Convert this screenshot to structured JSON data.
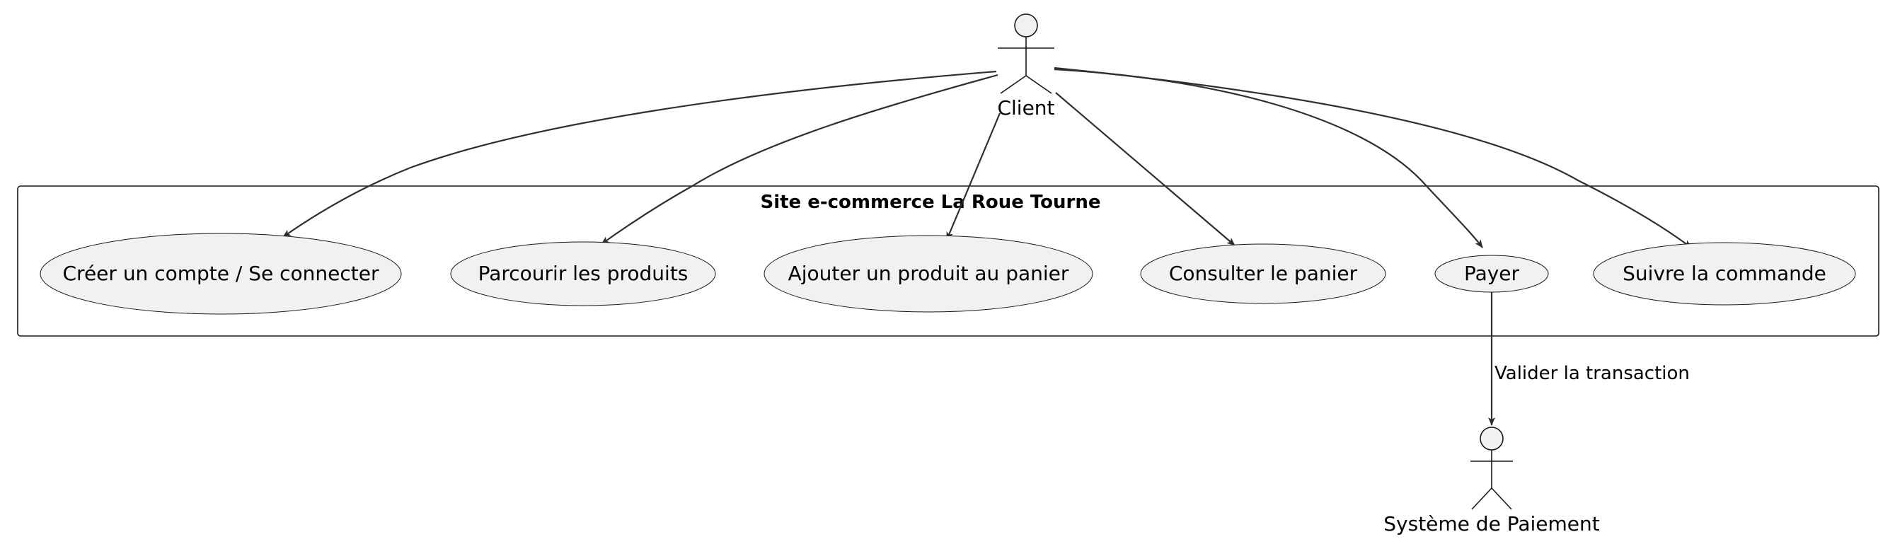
{
  "diagram": {
    "system": {
      "title": "Site e-commerce La Roue Tourne"
    },
    "actors": [
      {
        "id": "client",
        "name": "Client"
      },
      {
        "id": "paiement",
        "name": "Système de Paiement"
      }
    ],
    "use_cases": [
      {
        "id": "uc1",
        "label": "Créer un compte / Se connecter"
      },
      {
        "id": "uc2",
        "label": "Parcourir les produits"
      },
      {
        "id": "uc3",
        "label": "Ajouter un produit au panier"
      },
      {
        "id": "uc4",
        "label": "Consulter le panier"
      },
      {
        "id": "uc5",
        "label": "Payer"
      },
      {
        "id": "uc6",
        "label": "Suivre la commande"
      }
    ],
    "relations": [
      {
        "from": "client",
        "to": "uc1",
        "label": ""
      },
      {
        "from": "client",
        "to": "uc2",
        "label": ""
      },
      {
        "from": "client",
        "to": "uc3",
        "label": ""
      },
      {
        "from": "client",
        "to": "uc4",
        "label": ""
      },
      {
        "from": "client",
        "to": "uc5",
        "label": ""
      },
      {
        "from": "client",
        "to": "uc6",
        "label": ""
      },
      {
        "from": "uc5",
        "to": "paiement",
        "label": "Valider la transaction"
      }
    ]
  }
}
